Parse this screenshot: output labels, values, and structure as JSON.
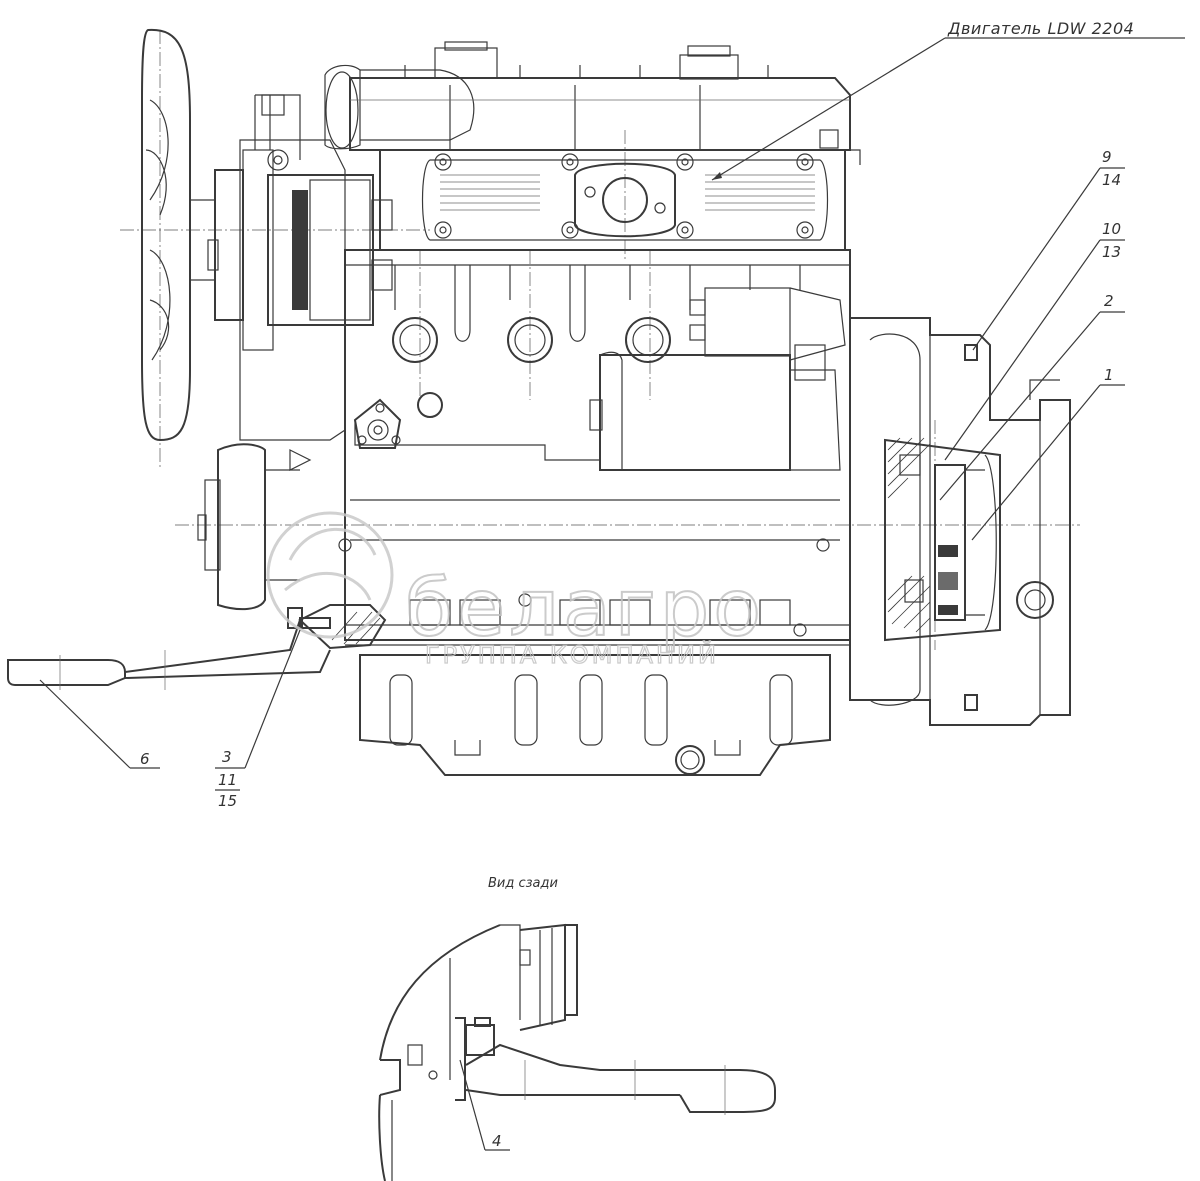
{
  "title": "Двигатель LDW 2204",
  "view_caption": "Вид сзади",
  "watermark": {
    "brand": "белагро",
    "tagline": "ГРУППА КОМПАНИЙ"
  },
  "callouts": {
    "c1": "1",
    "c2": "2",
    "c3": "3",
    "c4": "4",
    "c6": "6",
    "c9": "9",
    "c10": "10",
    "c11": "11",
    "c13": "13",
    "c14": "14",
    "c15": "15"
  },
  "colors": {
    "line": "#3a3a3a",
    "watermark": "#c3c3c3",
    "background": "#ffffff"
  }
}
